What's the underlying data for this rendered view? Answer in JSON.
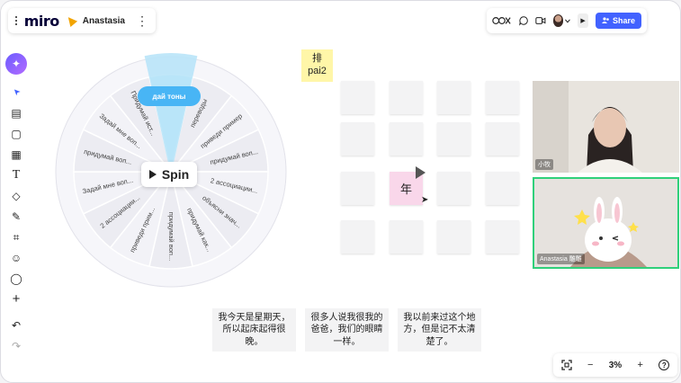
{
  "header": {
    "logo": "miro",
    "board_name": "Anastasia",
    "more": "⋮"
  },
  "header_right": {
    "share_label": "Share",
    "play": "▶"
  },
  "toolbar": {
    "ai": "✦",
    "icons": [
      "cursor-arrow-icon",
      "text-frame-icon",
      "sticky-note-icon",
      "layout-icon",
      "text-icon",
      "shapes-icon",
      "pen-icon",
      "frame-icon",
      "emoji-icon",
      "comment-icon",
      "add-icon",
      "undo-icon",
      "redo-icon"
    ],
    "glyphs": {
      "cursor": "➤",
      "text_frame": "▤",
      "sticky": "▢",
      "layout": "▦",
      "text": "T",
      "shapes": "◇",
      "pen": "✎",
      "frame": "⌗",
      "emoji": "☺",
      "comment": "◯",
      "add": "+",
      "undo": "↶",
      "redo": "↷"
    }
  },
  "wheel": {
    "spin_label": "Spin",
    "winner": "дай тоны",
    "segments": [
      "переводы",
      "приведи пример",
      "придумай воп...",
      "2 ассоциации...",
      "объясни знач...",
      "придумай как...",
      "придумай воп...",
      "приведи прим...",
      "2 ассоциации...",
      "Задай мне воп...",
      "придумай воп...",
      "Задай мне воп...",
      "Придумай ист..."
    ],
    "colors": {
      "segment_fill": "#ececf2",
      "segment_alt": "#f2f2f7",
      "winner_fill": "#b9e4f8",
      "accent": "#48b5f5"
    }
  },
  "stickies": {
    "yellow_line1": "排",
    "yellow_line2": "pai2",
    "pink_text": "年"
  },
  "notes": [
    "我今天是星期天，所以起床起得很晚。",
    "很多人说我很我的爸爸，我们的眼睛一样。",
    "我以前来过这个地方，但是记不太清楚了。"
  ],
  "video": {
    "tile1_label": "小牧",
    "tile2_label": "Anastasia 雕雕"
  },
  "zoom": {
    "value": "3%",
    "minus": "−",
    "plus": "+",
    "help": "?"
  },
  "colors": {
    "brand": "#4262ff",
    "sticky_yellow": "#fff6a8",
    "sticky_pink": "#f9d7ea",
    "sticky_grey": "#f3f3f4",
    "active_speaker": "#2fd07a"
  }
}
